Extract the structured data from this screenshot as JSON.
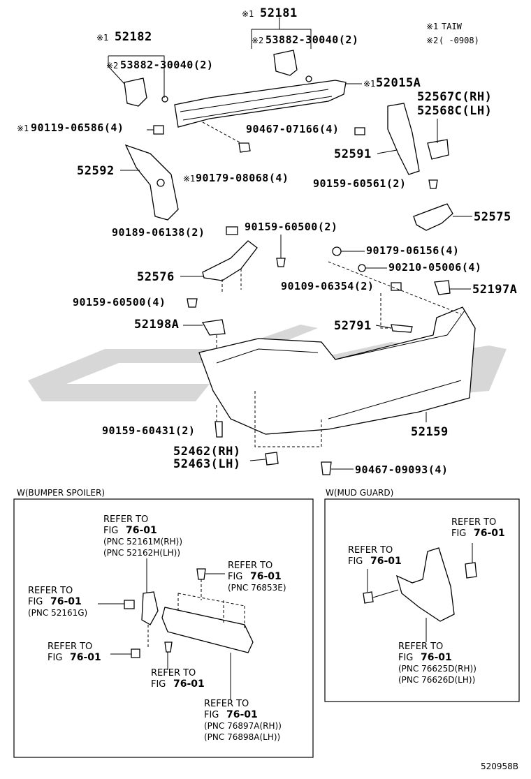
{
  "header_notes": {
    "note1_mark": "※1",
    "note1_text": "TAIW",
    "note2_mark": "※2",
    "note2_text": "(      -0908)"
  },
  "parts": {
    "p52181": "52181",
    "p52182": "52182",
    "p53882_r": "53882-30040(2)",
    "p53882_l": "53882-30040(2)",
    "p52015A": "52015A",
    "p52567C": "52567C(RH)",
    "p52568C": "52568C(LH)",
    "p90119": "90119-06586(4)",
    "p90467_07166": "90467-07166(4)",
    "p52591": "52591",
    "p52592": "52592",
    "p90179_08068": "90179-08068(4)",
    "p90159_60561": "90159-60561(2)",
    "p52575": "52575",
    "p90189": "90189-06138(2)",
    "p90159_60500a": "90159-60500(2)",
    "p90179_06156": "90179-06156(4)",
    "p90210": "90210-05006(4)",
    "p52576": "52576",
    "p90109": "90109-06354(2)",
    "p52197A": "52197A",
    "p90159_60500b": "90159-60500(4)",
    "p52791": "52791",
    "p52198A": "52198A",
    "p90159_60431": "90159-60431(2)",
    "p52159": "52159",
    "p52462": "52462(RH)",
    "p52463": "52463(LH)",
    "p90467_09093": "90467-09093(4)"
  },
  "marks": {
    "m1": "※1",
    "m2": "※2"
  },
  "spoiler_box": {
    "title": "W(BUMPER SPOILER)",
    "refer_to": "REFER TO",
    "fig": "FIG",
    "fig_no": "76-01",
    "pnc_52161M": "(PNC 52161M(RH))",
    "pnc_52162H": "(PNC 52162H(LH))",
    "pnc_76853E": "(PNC 76853E)",
    "pnc_52161G": "(PNC 52161G)",
    "pnc_76897A": "(PNC 76897A(RH))",
    "pnc_76898A": "(PNC 76898A(LH))"
  },
  "mudguard_box": {
    "title": "W(MUD GUARD)",
    "refer_to": "REFER TO",
    "fig": "FIG",
    "fig_no": "76-01",
    "pnc_76625D": "(PNC 76625D(RH))",
    "pnc_76626D": "(PNC 76626D(LH))"
  },
  "diagram_id": "520958B",
  "watermark_color": "#bdbdbd"
}
